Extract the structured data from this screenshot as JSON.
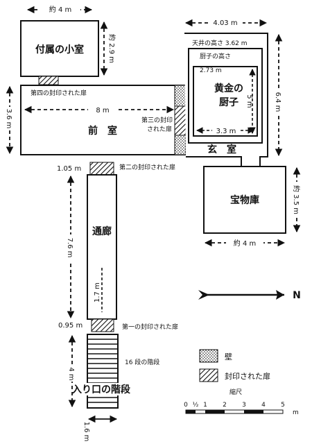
{
  "rooms": {
    "annex": "付属の小室",
    "antechamber": "前　室",
    "burial_chamber": "玄　室",
    "treasury": "宝物庫",
    "shrine": "黄金の",
    "shrine_line2": "厨子",
    "corridor": "通廊",
    "entrance_stairs": "入り口の階段"
  },
  "doors": {
    "first": "第一の封印された扉",
    "second": "第二の封印された扉",
    "third_line1": "第三の封印",
    "third_line2": "された扉",
    "fourth": "第四の封印された扉"
  },
  "notes": {
    "ceiling_height": "天井の高さ 3.62 m",
    "shrine_height_line1": "厨子の高さ",
    "shrine_height_line2": "2.73 m",
    "steps": "16 段の階段"
  },
  "dimensions": {
    "annex_width": "約 4 m",
    "annex_height": "約 2.9 m",
    "burial_width": "4.03 m",
    "shrine_depth": "5 m",
    "shrine_width": "3.3 m",
    "burial_length": "6.4 m",
    "antechamber_length": "8 m",
    "antechamber_width": "3.6 m",
    "corridor_start": "1.05 m",
    "corridor_length": "7.6 m",
    "corridor_width": "1.7 m",
    "corridor_end": "0.95 m",
    "stairs_length": "4 m",
    "stairs_width": "1.6 m",
    "treasury_height": "約 3.5 m",
    "treasury_width": "約 4 m"
  },
  "legend": {
    "wall": "壁",
    "sealed_door": "封印された扉",
    "scale_title": "縮尺",
    "scale_ticks": [
      "0",
      "½",
      "1",
      "2",
      "3",
      "4",
      "5"
    ],
    "scale_unit": "m"
  },
  "north": "N"
}
